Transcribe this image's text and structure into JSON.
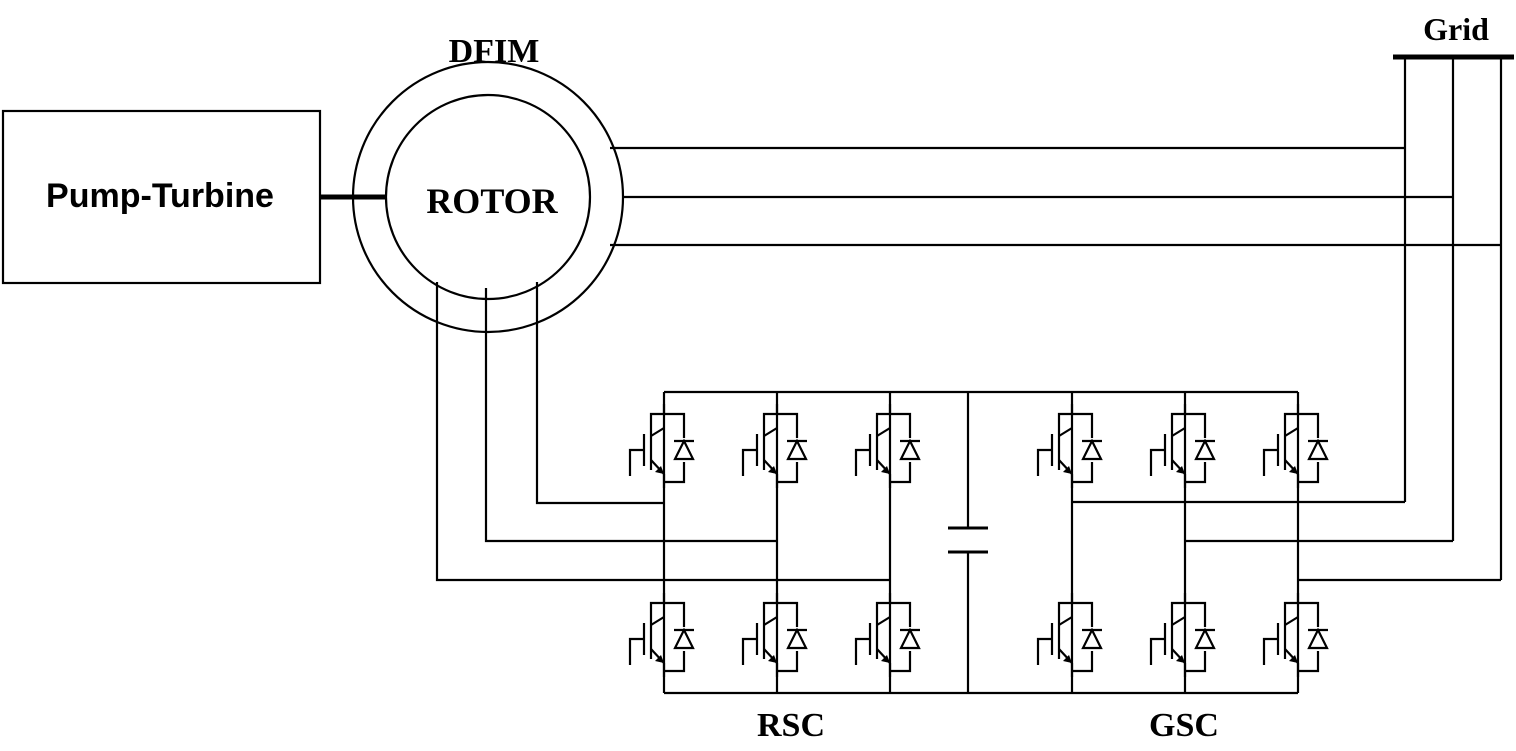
{
  "labels": {
    "pump_turbine": "Pump-Turbine",
    "machine": "DFIM",
    "rotor": "ROTOR",
    "grid": "Grid",
    "rotor_side_converter": "RSC",
    "grid_side_converter": "GSC"
  },
  "components": {
    "rsc_switch_count": 6,
    "gsc_switch_count": 6,
    "dc_link": "capacitor",
    "phases": 3
  },
  "colors": {
    "line": "#000000",
    "background": "#ffffff"
  }
}
